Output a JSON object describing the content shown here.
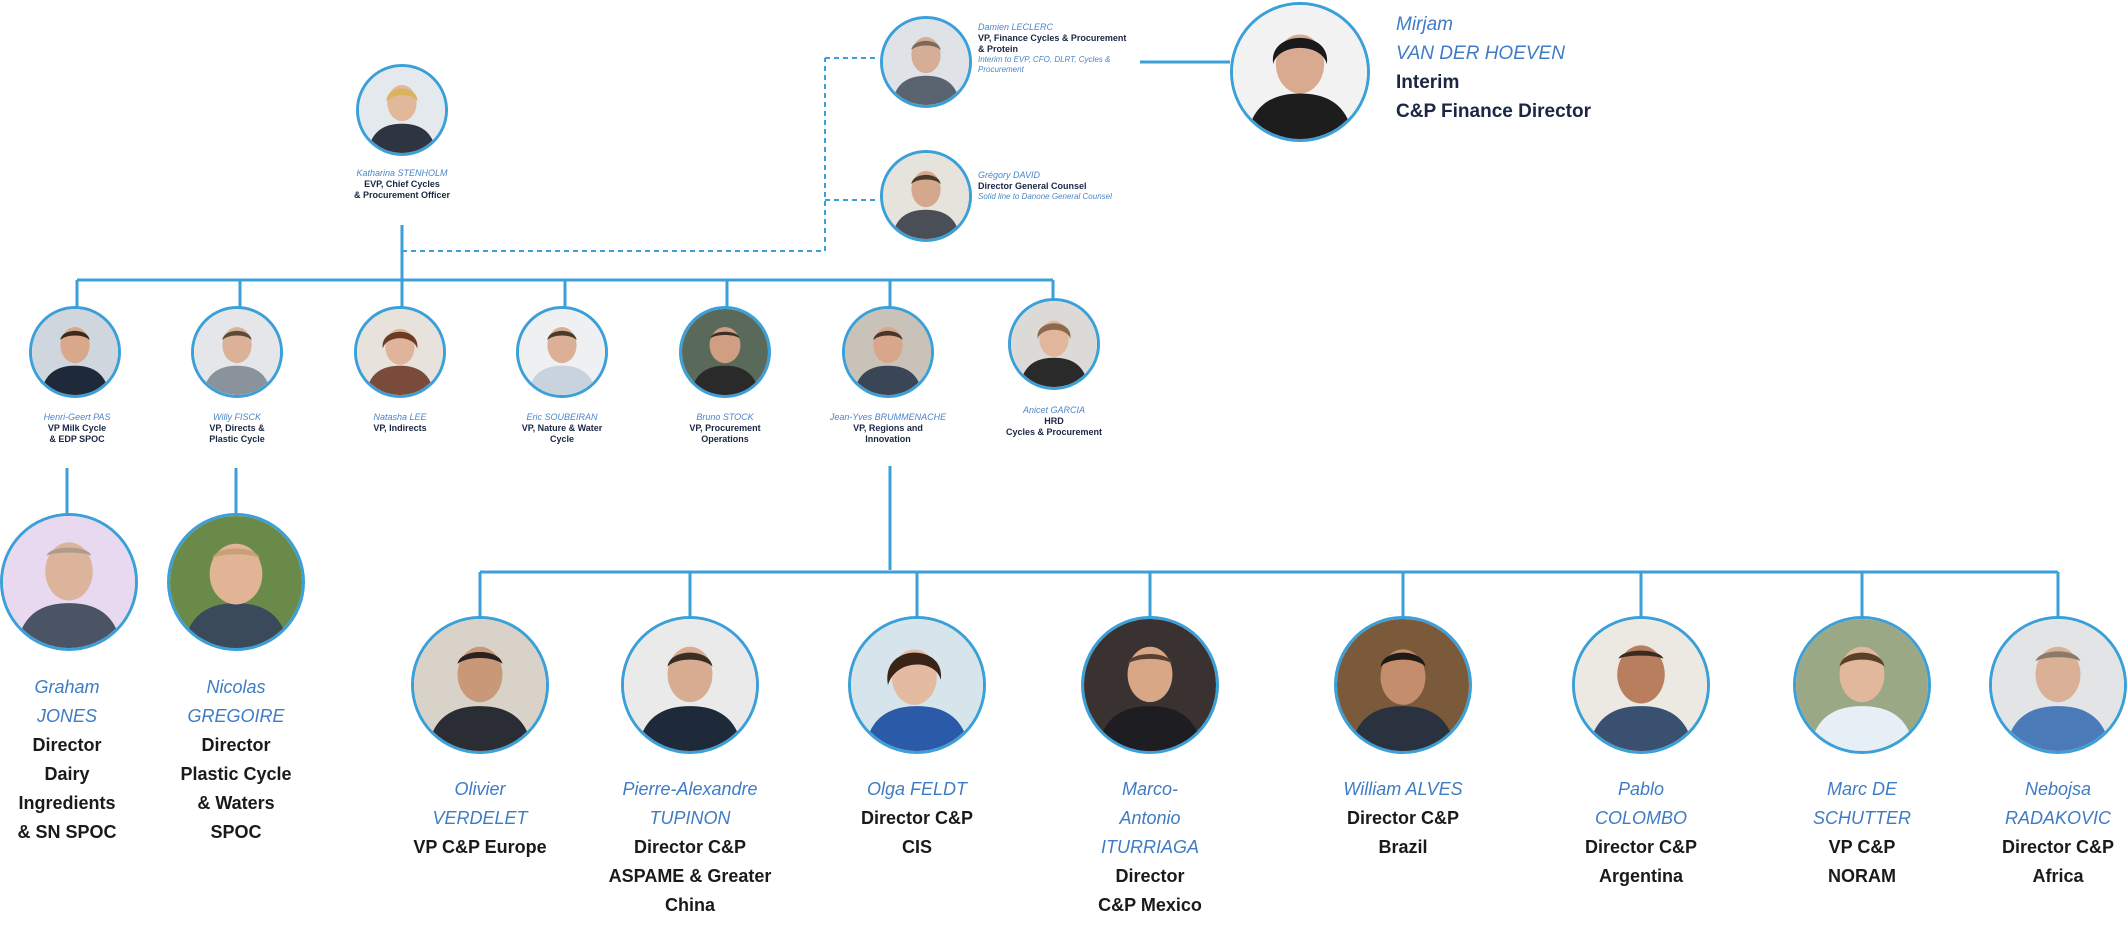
{
  "top": {
    "damien": {
      "name": "Damien LECLERC",
      "role": "VP, Finance Cycles & Procurement & Protein",
      "note": "Interim to EVP, CFO, DLRT, Cycles & Procurement"
    },
    "mirjam": {
      "name_line1": "Mirjam",
      "name_line2": "VAN DER HOEVEN",
      "role_line1": "Interim",
      "role_line2": "C&P Finance Director"
    },
    "katharina": {
      "name": "Katharina STENHOLM",
      "role_line1": "EVP, Chief Cycles",
      "role_line2": "& Procurement Officer"
    },
    "gregory": {
      "name": "Grégory DAVID",
      "role": "Director General Counsel",
      "note": "Solid line to Danone General Counsel"
    }
  },
  "vps": [
    {
      "name": "Henri-Geert PAS",
      "role_line1": "VP Milk Cycle",
      "role_line2": "& EDP SPOC"
    },
    {
      "name": "Willy FISCK",
      "role_line1": "VP, Directs &",
      "role_line2": "Plastic Cycle"
    },
    {
      "name": "Natasha LEE",
      "role_line1": "VP, Indirects",
      "role_line2": ""
    },
    {
      "name": "Eric SOUBEIRAN",
      "role_line1": "VP, Nature & Water",
      "role_line2": "Cycle"
    },
    {
      "name": "Bruno STOCK",
      "role_line1": "VP, Procurement",
      "role_line2": "Operations"
    },
    {
      "name": "Jean-Yves BRUMMENACHE",
      "role_line1": "VP, Regions and",
      "role_line2": "Innovation"
    },
    {
      "name": "Anicet GARCIA",
      "role_line1": "HRD",
      "role_line2": "Cycles & Procurement"
    }
  ],
  "sub_left": [
    {
      "name_lines": [
        "Graham",
        "JONES"
      ],
      "role_lines": [
        "Director",
        "Dairy",
        "Ingredients",
        "& SN SPOC"
      ]
    },
    {
      "name_lines": [
        "Nicolas",
        "GREGOIRE"
      ],
      "role_lines": [
        "Director",
        "Plastic Cycle",
        "& Waters",
        "SPOC"
      ]
    }
  ],
  "regions": [
    {
      "name_lines": [
        "Olivier",
        "VERDELET"
      ],
      "role_lines": [
        "VP C&P Europe"
      ]
    },
    {
      "name_lines": [
        "Pierre-Alexandre",
        "TUPINON"
      ],
      "role_lines": [
        "Director C&P",
        "ASPAME & Greater",
        "China"
      ]
    },
    {
      "name_lines": [
        "Olga FELDT"
      ],
      "role_lines": [
        "Director C&P",
        "CIS"
      ]
    },
    {
      "name_lines": [
        "Marco-",
        "Antonio",
        "ITURRIAGA"
      ],
      "role_lines": [
        "Director",
        "C&P Mexico"
      ]
    },
    {
      "name_lines": [
        "William ALVES"
      ],
      "role_lines": [
        "Director C&P",
        "Brazil"
      ]
    },
    {
      "name_lines": [
        "Pablo",
        "COLOMBO"
      ],
      "role_lines": [
        "Director C&P",
        "Argentina"
      ]
    },
    {
      "name_lines": [
        "Marc DE",
        "SCHUTTER"
      ],
      "role_lines": [
        "VP C&P",
        "NORAM"
      ]
    },
    {
      "name_lines": [
        "Nebojsa",
        "RADAKOVIC"
      ],
      "role_lines": [
        "Director C&P",
        "Africa"
      ]
    }
  ],
  "colors": {
    "line": "#3b9fd8",
    "name_blue": "#3f7cc4",
    "dark": "#1a2642"
  },
  "icons": {
    "portrait": "person-silhouette-icon"
  }
}
